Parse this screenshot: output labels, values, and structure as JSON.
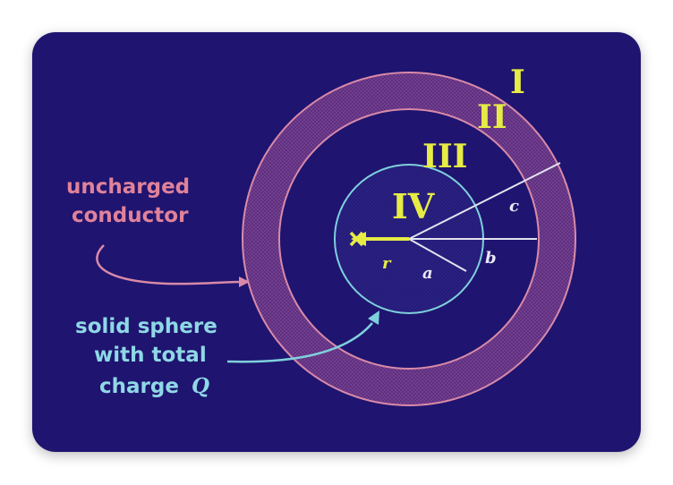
{
  "regions": {
    "I": "I",
    "II": "II",
    "III": "III",
    "IV": "IV"
  },
  "radii": {
    "a": "a",
    "b": "b",
    "c": "c",
    "r": "r"
  },
  "labels": {
    "conductor": [
      "uncharged",
      "conductor"
    ],
    "sphere": [
      "solid sphere",
      "with total",
      "charge"
    ],
    "charge_symbol": "Q"
  },
  "colors": {
    "background": "#1f1470",
    "conductor": "#d98aa8",
    "sphere": "#7fd0dc",
    "accent": "#e6ec45"
  }
}
